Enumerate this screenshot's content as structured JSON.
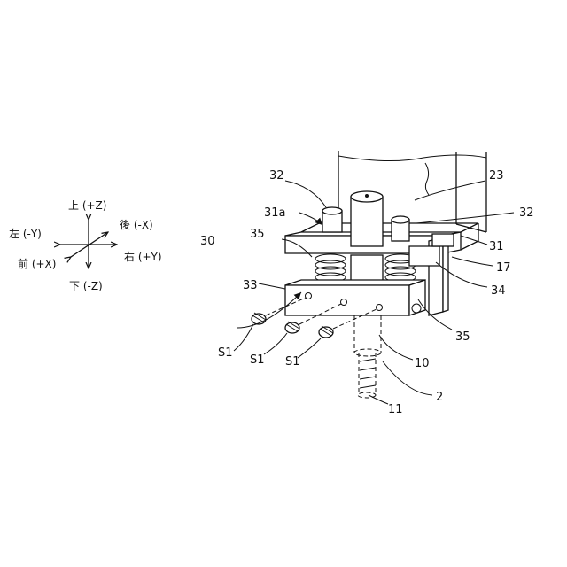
{
  "axes_legend": {
    "up": "上 (+Z)",
    "down": "下 (-Z)",
    "left": "左 (-Y)",
    "right": "右 (+Y)",
    "front": "前 (+X)",
    "back": "後 (-X)"
  },
  "labels": {
    "l23": "23",
    "l32_top": "32",
    "l32_right": "32",
    "l31a": "31a",
    "l30": "30",
    "l35_left": "35",
    "l31": "31",
    "l17": "17",
    "l33": "33",
    "l34": "34",
    "l35_right": "35",
    "l10": "10",
    "l2": "2",
    "l11": "11",
    "s1_a": "S1",
    "s1_b": "S1",
    "s1_c": "S1"
  }
}
